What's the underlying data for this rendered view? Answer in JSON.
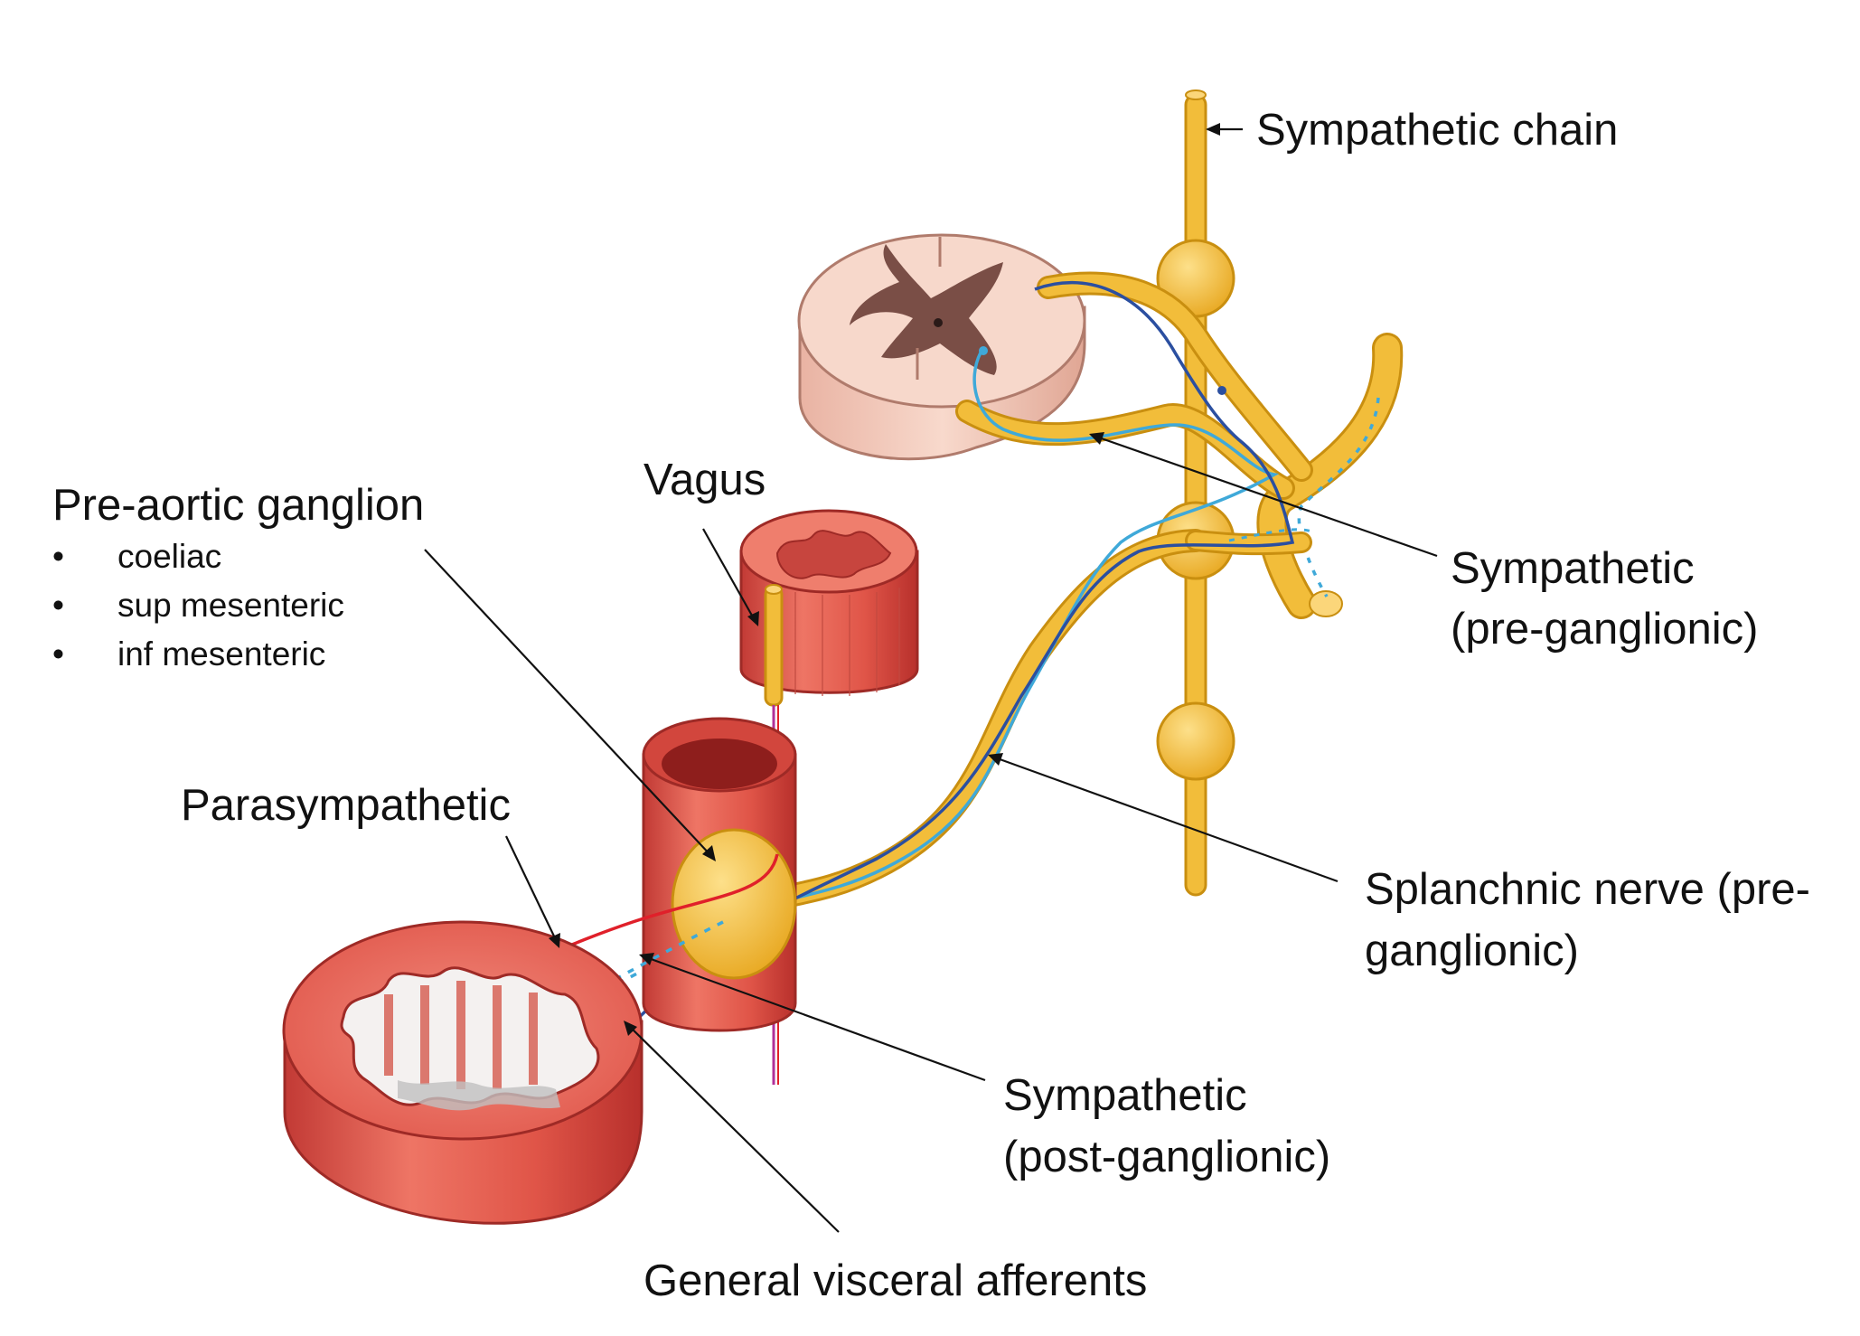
{
  "labels": {
    "sympathetic_chain": "Sympathetic chain",
    "sympathetic_pre_line1": "Sympathetic",
    "sympathetic_pre_line2": "(pre-ganglionic)",
    "vagus": "Vagus",
    "pre_aortic_ganglion": "Pre-aortic ganglion",
    "splanchnic_line1": "Splanchnic nerve (pre-",
    "splanchnic_line2": "ganglionic)",
    "parasympathetic": "Parasympathetic",
    "sympathetic_post_line1": "Sympathetic",
    "sympathetic_post_line2": "(post-ganglionic)",
    "general_visceral_afferents": "General visceral afferents"
  },
  "pre_aortic_list": {
    "bullet": "•",
    "items": [
      "coeliac",
      "sup mesenteric",
      "inf mesenteric"
    ]
  },
  "colors": {
    "nerve_yellow": "#f2bd3a",
    "nerve_outline": "#c98f10",
    "sympathetic_preganglionic": "#3fa9d9",
    "afferent": "#2b4fa0",
    "parasympathetic": "#e0202a",
    "vagus_fibre": "#b0309a",
    "tissue_red": "#e8685a",
    "spinal_cord": "#f5cdbd",
    "grey_matter": "#7a4e46"
  }
}
